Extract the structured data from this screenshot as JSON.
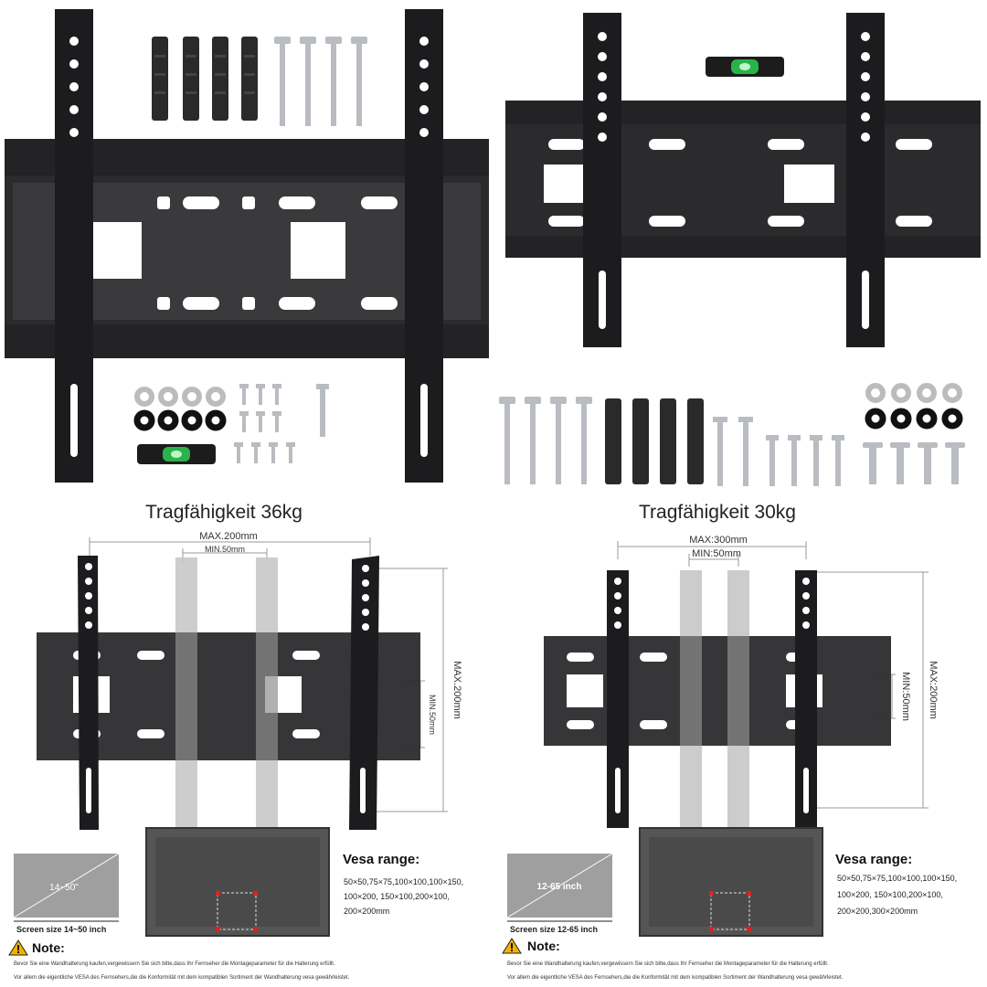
{
  "panels": [
    {
      "capacity": "Tragfähigkeit 36kg",
      "dims": {
        "max_h": "MAX.200mm",
        "min_h": "MIN.50mm",
        "max_v": "MAX.200mm",
        "min_v": "MIN.50mm"
      },
      "screen": {
        "label": "14~50\"",
        "caption": "Screen size 14~50 inch"
      },
      "vesa": {
        "title": "Vesa range:",
        "lines": [
          "50×50,75×75,100×100,100×150,",
          "100×200, 150×100,200×100,",
          "200×200mm"
        ]
      },
      "note": {
        "title": "Note:",
        "lines": [
          "Bevor Sie eine Wandhalterung kaufen,vergewissern Sie sich bitte,dass Ihr Fernseher die Montageparameter für die Halterung erfüllt.",
          "Vor allem die eigentliche VESA des Fernsehers,die die Konformität mit dem kompatiblen Sortiment der Wandhalterung vesa gewährleistet."
        ]
      }
    },
    {
      "capacity": "Tragfähigkeit 30kg",
      "dims": {
        "max_h": "MAX:300mm",
        "min_h": "MIN:50mm",
        "max_v": "MAX:200mm",
        "min_v": "MIN:50mm"
      },
      "screen": {
        "label": "12-65 inch",
        "caption": "Screen size 12-65 inch"
      },
      "vesa": {
        "title": "Vesa range:",
        "lines": [
          "50×50,75×75,100×100,100×150,",
          "100×200, 150×100,200×100,",
          "200×200,300×200mm"
        ]
      },
      "note": {
        "title": "Note:",
        "lines": [
          "Bevor Sie eine Wandhalterung kaufen,vergewissern Sie sich bitte,dass Ihr Fernseher die Montageparameter für die Halterung erfüllt.",
          "Vor allem die eigentliche VESA des Fernsehers,die die Konformität mit dem kompatiblen Sortiment der Wandhalterung vesa gewährleistet."
        ]
      }
    }
  ],
  "colors": {
    "metal": "#2b2b2d",
    "metal_dark": "#1c1c1e",
    "ghost": "#c4c4c4",
    "dim_line": "#9a9a9a",
    "level": "#29b34a",
    "accent_red": "#e02020"
  }
}
